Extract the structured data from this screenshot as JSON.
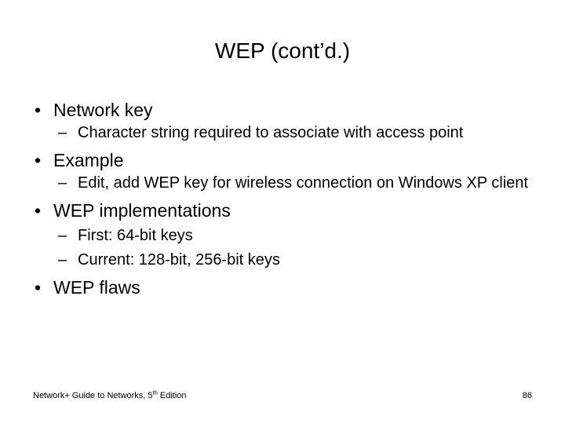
{
  "slide": {
    "title": "WEP (cont’d.)",
    "page_number": "86",
    "background_color": "#ffffff",
    "text_color": "#000000",
    "bullet_marker_level1": "•",
    "bullet_marker_level2": "–",
    "content": [
      {
        "level1": "Network key",
        "level2": [
          "Character string required to associate with access point"
        ]
      },
      {
        "level1": "Example",
        "level2": [
          "Edit, add WEP key for wireless connection on Windows XP client"
        ]
      },
      {
        "level1": "WEP implementations",
        "level2": [
          "First: 64-bit keys",
          "Current: 128-bit, 256-bit keys"
        ]
      },
      {
        "level1": "WEP flaws",
        "level2": []
      }
    ]
  },
  "footer": {
    "source_prefix": "Network+ Guide to Networks, 5",
    "source_ordinal": "th",
    "source_suffix": " Edition"
  }
}
